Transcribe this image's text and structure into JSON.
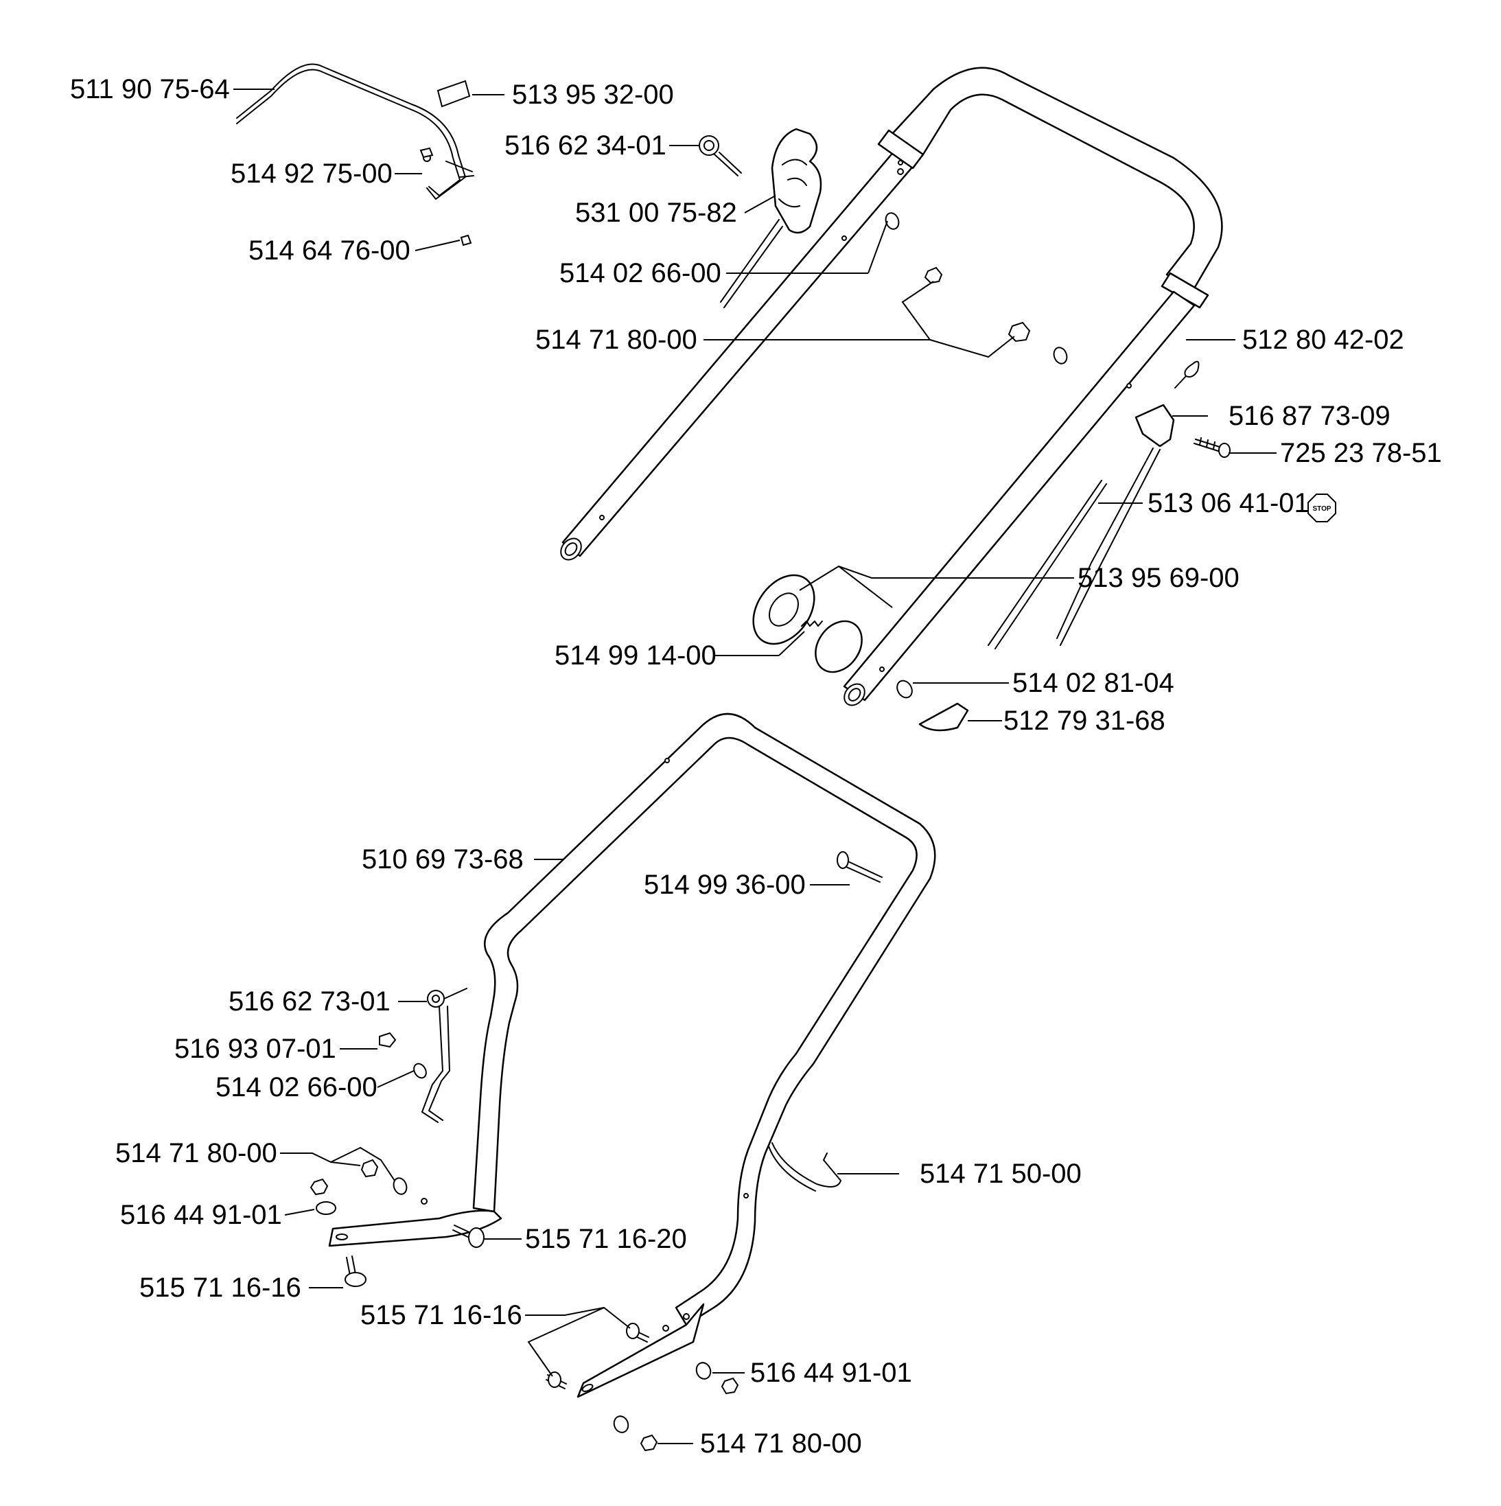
{
  "labels": [
    {
      "key": "handle_bar_clip",
      "text": "511 90 75-64"
    },
    {
      "key": "decal",
      "text": "513 95 32-00"
    },
    {
      "key": "cable_guide_eye_upper",
      "text": "516 62 34-01"
    },
    {
      "key": "nut_upper",
      "text": "514 92 75-00"
    },
    {
      "key": "throttle_control",
      "text": "531 00 75-82"
    },
    {
      "key": "pin_upper",
      "text": "514 64 76-00"
    },
    {
      "key": "washer_upper",
      "text": "514 02 66-00"
    },
    {
      "key": "locknut_kit_upper",
      "text": "514 71 80-00"
    },
    {
      "key": "upper_handle",
      "text": "512 80 42-02"
    },
    {
      "key": "cable_holder",
      "text": "516 87 73-09"
    },
    {
      "key": "screw",
      "text": "725 23 78-51"
    },
    {
      "key": "stop_cable",
      "text": "513 06 41-01"
    },
    {
      "key": "knob_kit",
      "text": "513 95 69-00"
    },
    {
      "key": "spring",
      "text": "514 99 14-00"
    },
    {
      "key": "washer_knob",
      "text": "514 02 81-04"
    },
    {
      "key": "wedge",
      "text": "512 79 31-68"
    },
    {
      "key": "lower_handle",
      "text": "510 69 73-68"
    },
    {
      "key": "bolt_lower",
      "text": "514 99 36-00"
    },
    {
      "key": "cable_guide_eye_lower",
      "text": "516 62 73-01"
    },
    {
      "key": "pin_lower",
      "text": "516 93 07-01"
    },
    {
      "key": "washer_lower",
      "text": "514 02 66-00"
    },
    {
      "key": "locknut_kit_left",
      "text": "514 71 80-00"
    },
    {
      "key": "cable_tie",
      "text": "514 71 50-00"
    },
    {
      "key": "washer_left",
      "text": "516 44 91-01"
    },
    {
      "key": "carriage_bolt_left_20",
      "text": "515 71 16-20"
    },
    {
      "key": "carriage_bolt_left_16",
      "text": "515 71 16-16"
    },
    {
      "key": "carriage_bolt_kit_right",
      "text": "515 71 16-16"
    },
    {
      "key": "washer_right",
      "text": "516 44 91-01"
    },
    {
      "key": "locknut_right",
      "text": "514 71 80-00"
    }
  ],
  "stop_symbol": "STOP",
  "colors": {
    "line": "#000000",
    "background": "#ffffff"
  }
}
